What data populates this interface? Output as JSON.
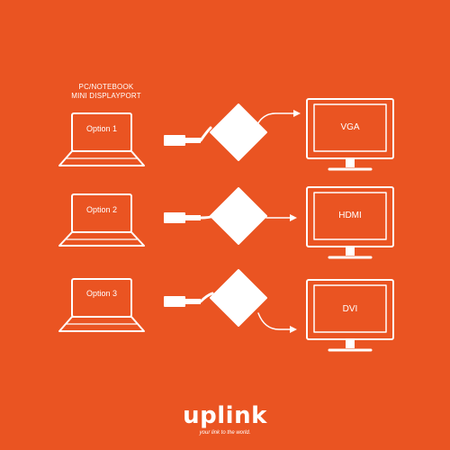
{
  "source": {
    "line1": "PC/NOTEBOOK",
    "line2": "MINI DISPLAYPORT"
  },
  "options": [
    {
      "label": "Option 1",
      "target": "VGA"
    },
    {
      "label": "Option 2",
      "target": "HDMI"
    },
    {
      "label": "Option 3",
      "target": "DVI"
    }
  ],
  "brand": {
    "name": "uplink",
    "tagline": "your link to the world."
  },
  "colors": {
    "background": "#EA5422",
    "line": "#FFFFFF"
  },
  "icons": [
    "laptop-icon",
    "mini-displayport-plug-icon",
    "adapter-hub-icon",
    "arrow-right-icon",
    "monitor-icon"
  ]
}
